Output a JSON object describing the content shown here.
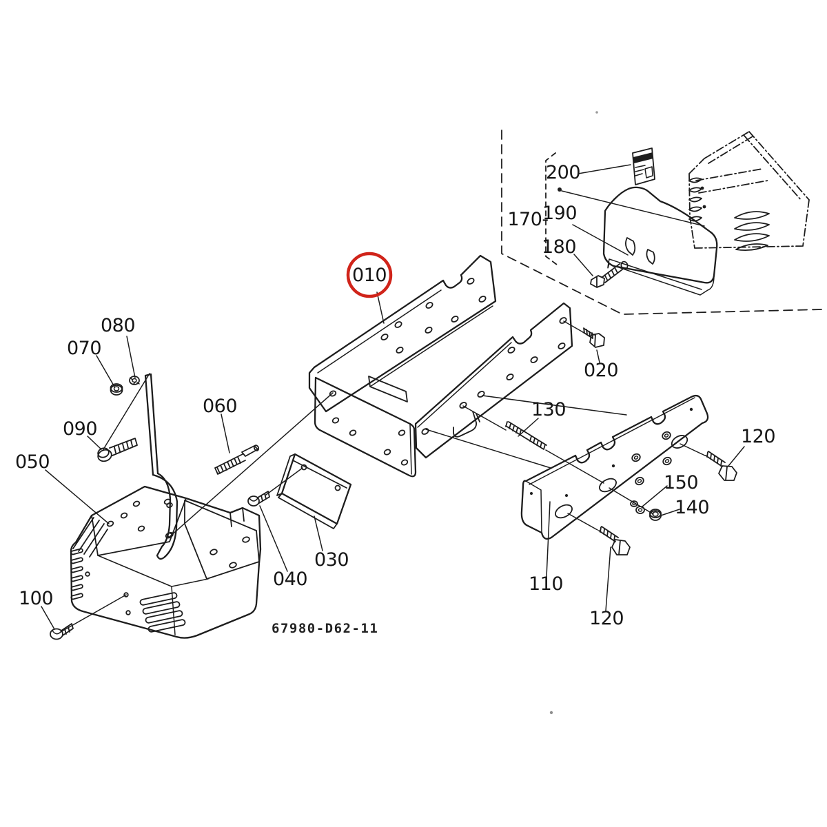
{
  "diagram": {
    "type": "exploded-parts-diagram",
    "drawing_number": "67980-D62-11",
    "highlight": {
      "circled_callout": "010",
      "color": "#d0241a"
    },
    "colors": {
      "line": "#1d1d1d",
      "background": "#ffffff"
    },
    "callouts": {
      "c010": "010",
      "c020": "020",
      "c030": "030",
      "c040": "040",
      "c050": "050",
      "c060": "060",
      "c070": "070",
      "c080": "080",
      "c090": "090",
      "c100": "100",
      "c110": "110",
      "c120a": "120",
      "c120b": "120",
      "c130": "130",
      "c140": "140",
      "c150": "150",
      "c170": "170-",
      "c180": "180",
      "c190": "190",
      "c200": "200"
    }
  }
}
